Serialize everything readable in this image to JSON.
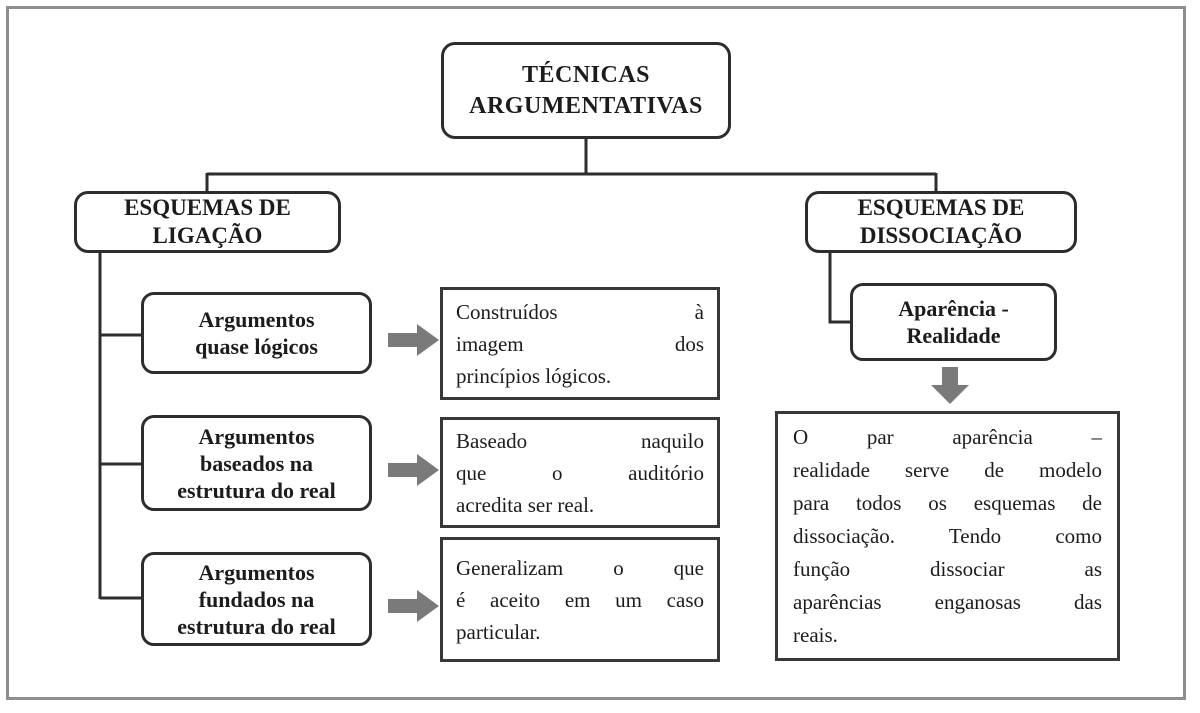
{
  "colors": {
    "background": "#ffffff",
    "text": "#1c1c1c",
    "box_border": "#2d2d2d",
    "outer_frame": "#8f8f8f",
    "arrow_gray": "#7a7a7a"
  },
  "root": {
    "title": "TÉCNICAS ARGUMENTATIVAS",
    "title_lines": [
      "TÉCNICAS",
      "ARGUMENTATIVAS"
    ]
  },
  "left_branch": {
    "header": "ESQUEMAS DE LIGAÇÃO",
    "header_lines": [
      "ESQUEMAS DE",
      "LIGAÇÃO"
    ],
    "items": [
      {
        "label": "Argumentos quase lógicos",
        "label_lines": [
          "Argumentos",
          "quase lógicos"
        ],
        "description": "Construídos à imagem dos princípios lógicos.",
        "description_lines": [
          "Construídos à",
          "imagem dos",
          "princípios lógicos."
        ]
      },
      {
        "label": "Argumentos baseados na estrutura do real",
        "label_lines": [
          "Argumentos",
          "baseados na",
          "estrutura do real"
        ],
        "description": "Baseado naquilo que o auditório acredita ser real.",
        "description_lines": [
          "Baseado naquilo",
          "que o auditório",
          "acredita ser real."
        ]
      },
      {
        "label": "Argumentos fundados na estrutura do real",
        "label_lines": [
          "Argumentos",
          "fundados na",
          "estrutura do real"
        ],
        "description": "Generalizam o que é aceito em um caso particular.",
        "description_lines": [
          "Generalizam o que",
          "é aceito em um caso",
          "particular."
        ]
      }
    ]
  },
  "right_branch": {
    "header": "ESQUEMAS DE DISSOCIAÇÃO",
    "header_lines": [
      "ESQUEMAS DE",
      "DISSOCIAÇÃO"
    ],
    "item_label": "Aparência - Realidade",
    "item_label_lines": [
      "Aparência -",
      "Realidade"
    ],
    "description": "O par aparência – realidade serve de modelo para todos os esquemas de dissociação. Tendo como função dissociar as aparências enganosas das reais.",
    "description_lines": [
      "O par aparência –",
      "realidade serve de modelo",
      "para todos os esquemas de",
      "dissociação. Tendo como",
      "função dissociar as",
      "aparências enganosas das",
      "reais."
    ]
  }
}
